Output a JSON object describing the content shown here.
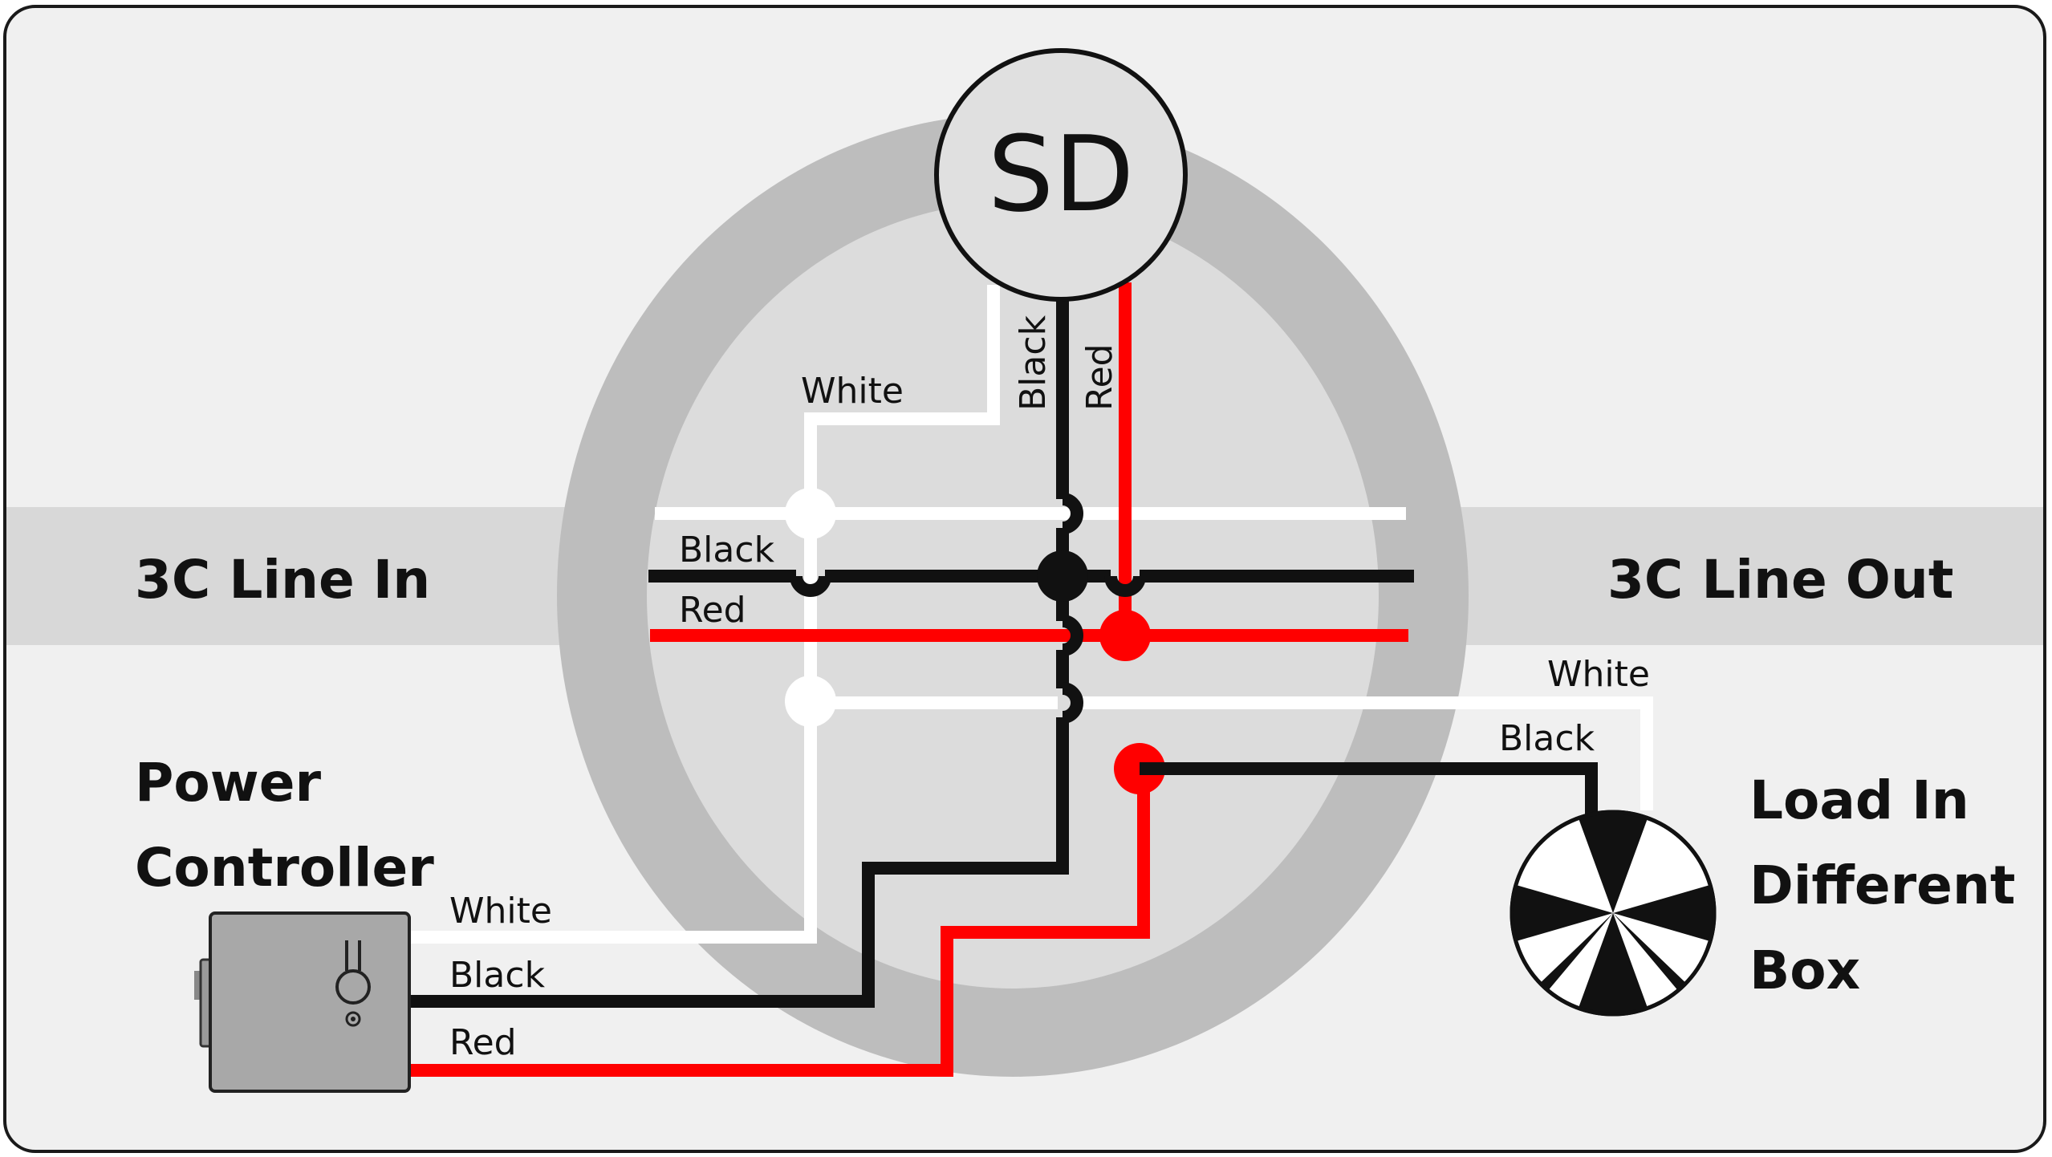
{
  "colors": {
    "frame_bg": "#f0f0f0",
    "band": "#d8d8d8",
    "box_ring": "#bdbdbd",
    "box_inner": "#dcdcdc",
    "wire_white": "#ffffff",
    "wire_black": "#111111",
    "wire_red": "#ff0000",
    "controller": "#a8a8a8"
  },
  "labels": {
    "line_in": "3C Line In",
    "line_out": "3C Line Out",
    "sd": "SD",
    "power_line1": "Power",
    "power_line2": "Controller",
    "load_line1": "Load In",
    "load_line2": "Different",
    "load_line3": "Box"
  },
  "wire_labels": {
    "sd_white": "White",
    "sd_black": "Black",
    "sd_red": "Red",
    "in_black": "Black",
    "in_red": "Red",
    "out_white": "White",
    "out_black": "Black",
    "pc_white": "White",
    "pc_black": "Black",
    "pc_red": "Red"
  },
  "icons": {
    "controller": "power-controller-icon",
    "load": "fan-load-icon",
    "detector": "smoke-detector-icon"
  }
}
